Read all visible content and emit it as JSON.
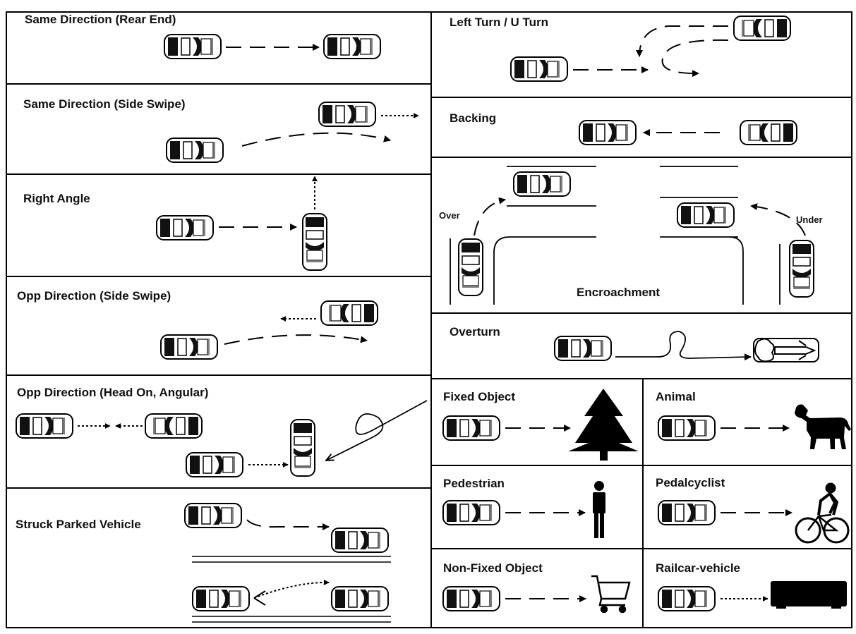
{
  "title": "Type of Crash Diagrams",
  "panels": {
    "same_direction_rear_end": "Same Direction (Rear End)",
    "same_direction_side_swipe": "Same Direction (Side Swipe)",
    "right_angle": "Right Angle",
    "opp_direction_side_swipe": "Opp Direction (Side Swipe)",
    "opp_direction_head_on": "Opp Direction (Head On, Angular)",
    "struck_parked_vehicle": "Struck Parked Vehicle",
    "left_turn_u_turn": "Left Turn / U Turn",
    "backing": "Backing",
    "encroachment": "Encroachment",
    "encroachment_over": "Over",
    "encroachment_under": "Under",
    "overturn": "Overturn",
    "fixed_object": "Fixed Object",
    "animal": "Animal",
    "pedestrian": "Pedestrian",
    "pedalcyclist": "Pedalcyclist",
    "non_fixed_object": "Non-Fixed Object",
    "railcar_vehicle": "Railcar-vehicle"
  },
  "icons": [
    "car-icon",
    "tree-icon",
    "dog-icon",
    "pedestrian-icon",
    "bicycle-icon",
    "shopping-cart-icon",
    "railcar-icon",
    "overturned-car-icon"
  ]
}
